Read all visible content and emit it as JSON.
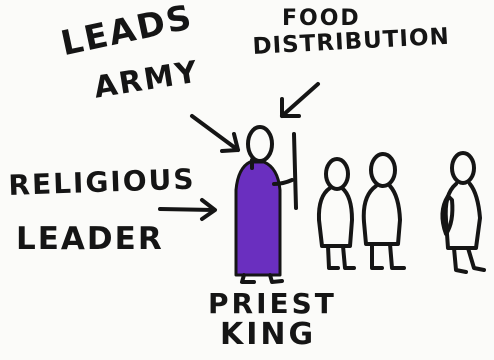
{
  "labels": {
    "leads_army_line1": "LEADS",
    "leads_army_line2": "ARMY",
    "food_distribution_line1": "FOOD",
    "food_distribution_line2": "DISTRIBUTION",
    "religious_leader_line1": "RELIGIOUS",
    "religious_leader_line2": "LEADER",
    "priest_king_line1": "PRIEST",
    "priest_king_line2": "KING"
  },
  "colors": {
    "ink": "#151515",
    "robe": "#6a2fbf",
    "paper": "#fbfbf9"
  }
}
